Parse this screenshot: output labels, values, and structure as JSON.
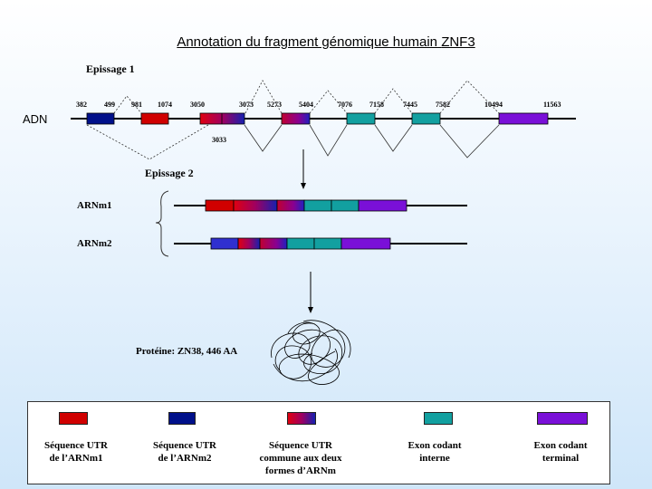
{
  "title_main": "Annotation du fragment génomique humain",
  "title_gene": "ZNF3",
  "epissage1": "Epissage 1",
  "epissage2": "Epissage 2",
  "adn_label": "ADN",
  "positions_top": [
    "382",
    "499",
    "981",
    "1074",
    "3050",
    "3073",
    "5273",
    "5404",
    "7076",
    "7158",
    "7445",
    "7582",
    "10494",
    "11563"
  ],
  "position_bottom": "3033",
  "arnm1_label": "ARNm1",
  "arnm2_label": "ARNm2",
  "protein_label": "Protéine: ZN38, 446 AA",
  "legend": [
    {
      "line1": "Séquence UTR",
      "line2": "de l’ARNm1",
      "line3": "",
      "color": "#d00000",
      "icon": "utr-arnm1-swatch"
    },
    {
      "line1": "Séquence UTR",
      "line2": "de l’ARNm2",
      "line3": "",
      "color": "#00108a",
      "icon": "utr-arnm2-swatch"
    },
    {
      "line1": "Séquence UTR",
      "line2": "commune aux deux",
      "line3": "formes d’ARNm",
      "color": "gradient-red-blue",
      "icon": "utr-common-swatch"
    },
    {
      "line1": "Exon codant",
      "line2": "interne",
      "line3": "",
      "color": "#12a0a0",
      "icon": "internal-exon-swatch"
    },
    {
      "line1": "Exon codant",
      "line2": "terminal",
      "line3": "",
      "color": "#7a10d8",
      "icon": "terminal-exon-swatch"
    }
  ],
  "colors": {
    "red": "#d00000",
    "navy": "#00108a",
    "teal": "#12a0a0",
    "purple": "#7a10d8"
  }
}
